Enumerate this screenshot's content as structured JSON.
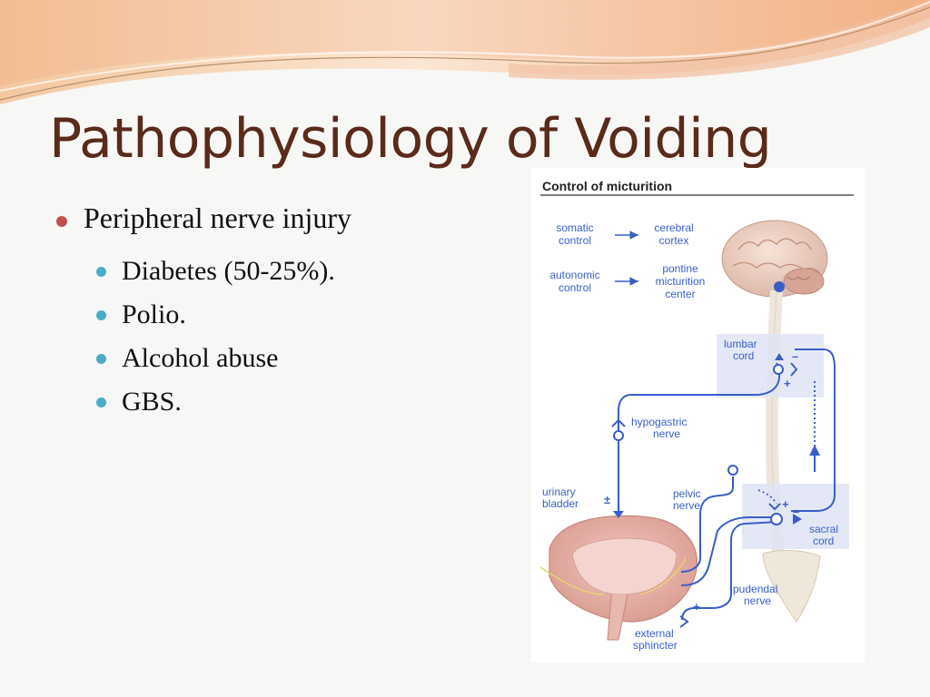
{
  "slide": {
    "title": "Pathophysiology of Voiding",
    "bullet": "Peripheral nerve injury",
    "sub_bullets": [
      "Diabetes (50-25%).",
      "Polio.",
      "Alcohol abuse",
      "GBS."
    ]
  },
  "figure": {
    "title": "Control of micturition",
    "legend": {
      "somatic": [
        "somatic",
        "control"
      ],
      "cortex": [
        "cerebral",
        "cortex"
      ],
      "autonomic": [
        "autonomic",
        "control"
      ],
      "pontine": [
        "pontine",
        "micturition",
        "center"
      ]
    },
    "labels": {
      "lumbar": [
        "lumbar",
        "cord"
      ],
      "hypogastric": [
        "hypogastric",
        "nerve"
      ],
      "bladder": [
        "urinary",
        "bladder"
      ],
      "pelvic": [
        "pelvic",
        "nerve"
      ],
      "sacral": [
        "sacral",
        "cord"
      ],
      "pudendal": [
        "pudendal",
        "nerve"
      ],
      "sphincter": [
        "external",
        "sphincter"
      ]
    },
    "signs": {
      "minus": "–",
      "plus": "+",
      "plusminus": "±"
    }
  },
  "colors": {
    "title": "#5a2a1a",
    "bullet_main": "#c0504d",
    "bullet_sub": "#4bacc6",
    "nerve_blue": "#3a5ec8",
    "cord_box": "#dfe4f4"
  }
}
